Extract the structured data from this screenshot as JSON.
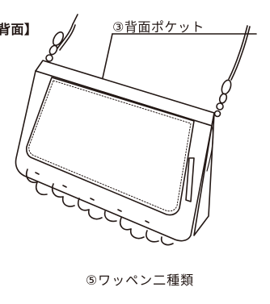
{
  "labels": {
    "section": "背面】",
    "callout": "③背面ポケット",
    "caption": "⑤ワッペン二種類"
  },
  "colors": {
    "line": "#231815",
    "background": "#ffffff"
  }
}
